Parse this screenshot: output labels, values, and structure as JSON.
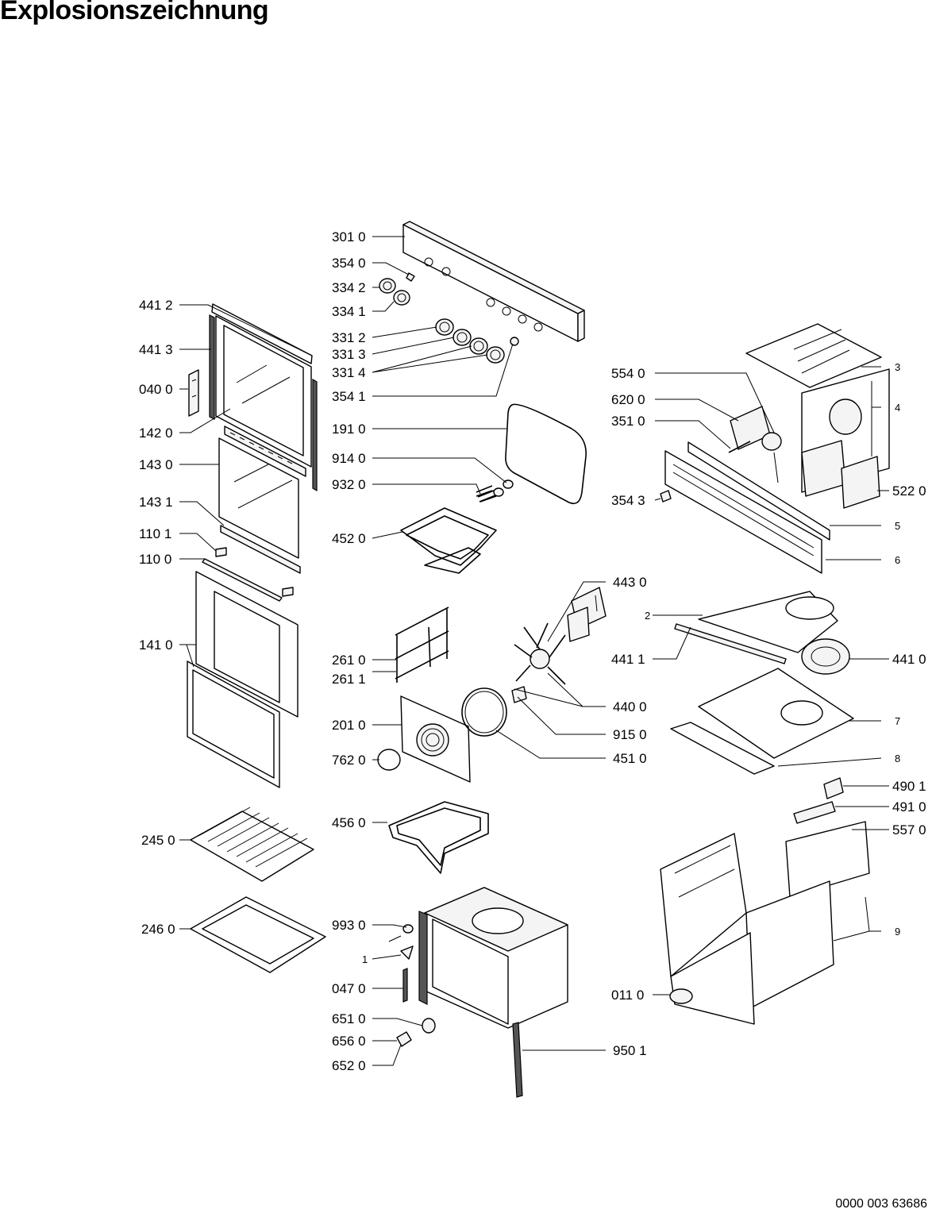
{
  "title": "Explosionszeichnung",
  "doc_number": "0000 003 63686",
  "labels": {
    "l3010": "301 0",
    "l3540": "354 0",
    "l3342": "334 2",
    "l3341": "334 1",
    "l3312": "331 2",
    "l3313": "331 3",
    "l3314": "331 4",
    "l3541": "354 1",
    "l1910": "191 0",
    "l9140": "914 0",
    "l9320": "932 0",
    "l4520": "452 0",
    "l4412": "441 2",
    "l4413": "441 3",
    "l0400": "040 0",
    "l1420": "142 0",
    "l1430": "143 0",
    "l1431": "143 1",
    "l1101": "110 1",
    "l1100": "110 0",
    "l1410": "141 0",
    "l2450": "245 0",
    "l2460": "246 0",
    "l2610": "261 0",
    "l2611": "261 1",
    "l2010": "201 0",
    "l7620": "762 0",
    "l4560": "456 0",
    "l4430": "443 0",
    "l4400": "440 0",
    "l9150": "915 0",
    "l4510": "451 0",
    "l5540": "554 0",
    "l6200": "620 0",
    "l3510": "351 0",
    "l3543": "354 3",
    "l5220": "522 0",
    "l4411": "441 1",
    "l4410": "441 0",
    "l4901": "490 1",
    "l4910": "491 0",
    "l5570": "557 0",
    "l9930": "993 0",
    "l0470": "047 0",
    "l6510": "651 0",
    "l6560": "656 0",
    "l6520": "652 0",
    "l9501": "950 1",
    "l0110": "011 0",
    "n1": "1",
    "n2": "2",
    "n3": "3",
    "n4": "4",
    "n5": "5",
    "n6": "6",
    "n7": "7",
    "n8": "8",
    "n9": "9"
  }
}
